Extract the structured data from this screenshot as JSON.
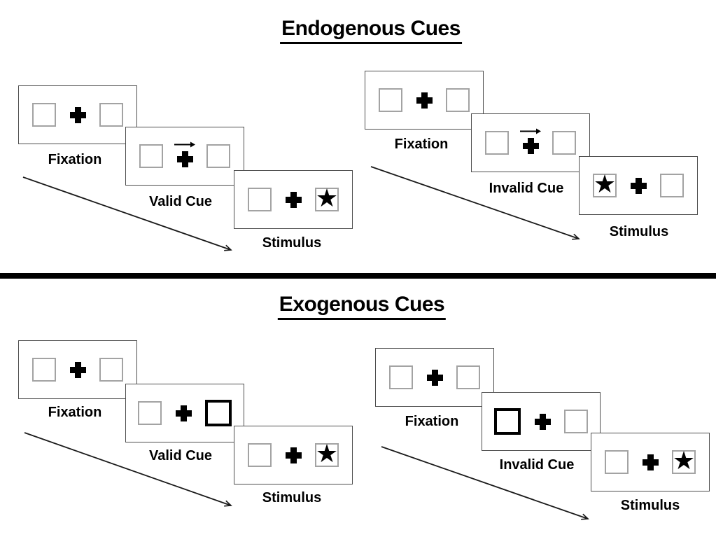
{
  "sections": [
    {
      "title": "Endogenous Cues",
      "cue_style": "central-arrow",
      "panels": [
        {
          "name": "valid-trial",
          "cards": [
            {
              "step": 1,
              "label": "Fixation",
              "content": "two empty squares with central fixation cross"
            },
            {
              "step": 2,
              "label": "Valid Cue",
              "content": "rightward arrow above fixation cross",
              "cue": "arrow-right"
            },
            {
              "step": 3,
              "label": "Stimulus",
              "content": "star in right square",
              "star_side": "right"
            }
          ]
        },
        {
          "name": "invalid-trial",
          "cards": [
            {
              "step": 1,
              "label": "Fixation",
              "content": "two empty squares with central fixation cross"
            },
            {
              "step": 2,
              "label": "Invalid Cue",
              "content": "rightward arrow above fixation cross",
              "cue": "arrow-right"
            },
            {
              "step": 3,
              "label": "Stimulus",
              "content": "star in left square",
              "star_side": "left"
            }
          ]
        }
      ]
    },
    {
      "title": "Exogenous Cues",
      "cue_style": "peripheral-box-highlight",
      "panels": [
        {
          "name": "valid-trial",
          "cards": [
            {
              "step": 1,
              "label": "Fixation",
              "content": "two empty squares with central fixation cross"
            },
            {
              "step": 2,
              "label": "Valid Cue",
              "content": "right square outlined bold",
              "cue": "thick-right"
            },
            {
              "step": 3,
              "label": "Stimulus",
              "content": "star in right square",
              "star_side": "right"
            }
          ]
        },
        {
          "name": "invalid-trial",
          "cards": [
            {
              "step": 1,
              "label": "Fixation",
              "content": "two empty squares with central fixation cross"
            },
            {
              "step": 2,
              "label": "Invalid Cue",
              "content": "left square outlined bold",
              "cue": "thick-left"
            },
            {
              "step": 3,
              "label": "Stimulus",
              "content": "star in right square",
              "star_side": "right"
            }
          ]
        }
      ]
    }
  ],
  "glyphs": {
    "star": "★"
  },
  "colors": {
    "background": "#ffffff",
    "ink": "#000000",
    "card_border": "#4d4d4d",
    "square_border": "#a3a3a3",
    "divider": "#000000"
  }
}
